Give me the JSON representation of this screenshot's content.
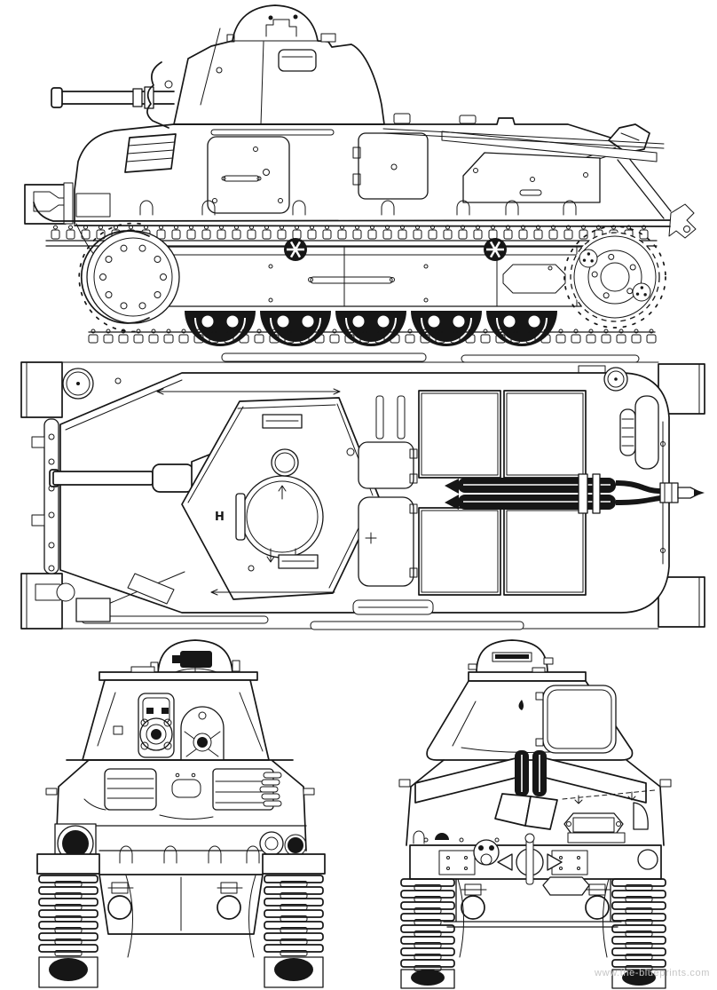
{
  "document": {
    "background_color": "#ffffff",
    "line_color": "#161616",
    "watermark": {
      "text": "www.the-blueprints.com",
      "color": "#c6c6c6"
    },
    "markings": {
      "turret_roof_letter": "H"
    },
    "views": [
      {
        "id": "side-view"
      },
      {
        "id": "top-view"
      },
      {
        "id": "front-view"
      },
      {
        "id": "rear-view"
      }
    ]
  }
}
